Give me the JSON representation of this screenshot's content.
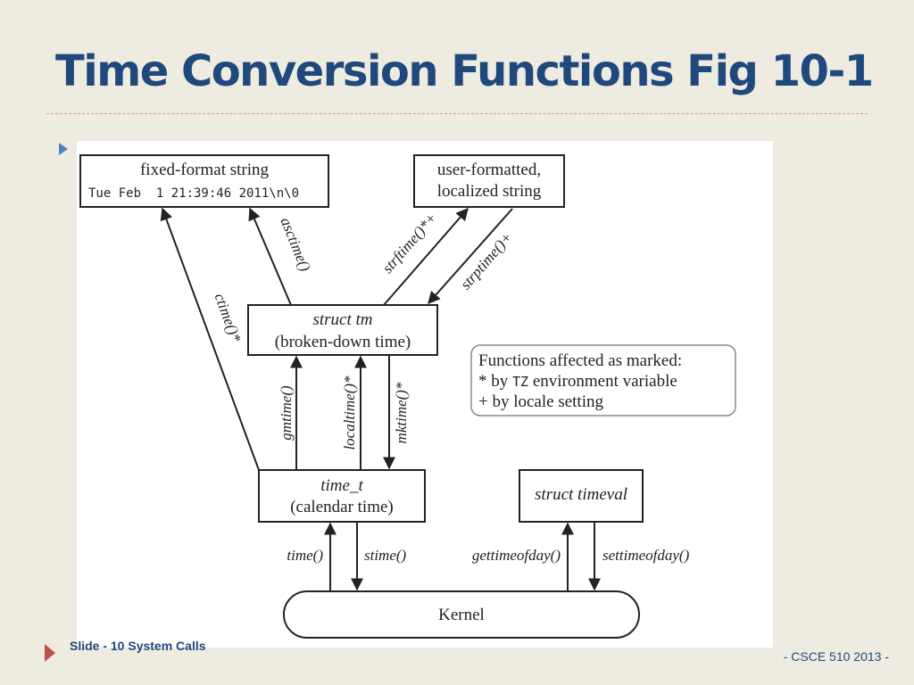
{
  "slide": {
    "title": "Time Conversion Functions Fig 10-1",
    "footer_left": "Slide - 10 System Calls",
    "footer_right": "- CSCE 510 2013 -"
  },
  "diagram": {
    "boxes": {
      "fixed_format": {
        "line1": "fixed-format string",
        "line2": "Tue Feb  1 21:39:46 2011\\n\\0"
      },
      "user_formatted": {
        "line1": "user-formatted,",
        "line2": "localized string"
      },
      "struct_tm": {
        "line1": "struct tm",
        "line2": "(broken-down time)"
      },
      "time_t": {
        "line1": "time_t",
        "line2": "(calendar time)"
      },
      "struct_timeval": {
        "line1": "struct timeval"
      },
      "kernel": {
        "line1": "Kernel"
      }
    },
    "functions": {
      "asctime": "asctime()",
      "ctime": "ctime()*",
      "strftime": "strftime()*+",
      "strptime": "strptime()+",
      "gmtime": "gmtime()",
      "localtime": "localtime()*",
      "mktime": "mktime()*",
      "time": "time()",
      "stime": "stime()",
      "gettimeofday": "gettimeofday()",
      "settimeofday": "settimeofday()"
    },
    "legend": {
      "line1": "Functions affected as marked:",
      "line2_prefix": "* by ",
      "line2_code": "TZ",
      "line2_suffix": " environment variable",
      "line3": "+ by locale setting"
    }
  }
}
